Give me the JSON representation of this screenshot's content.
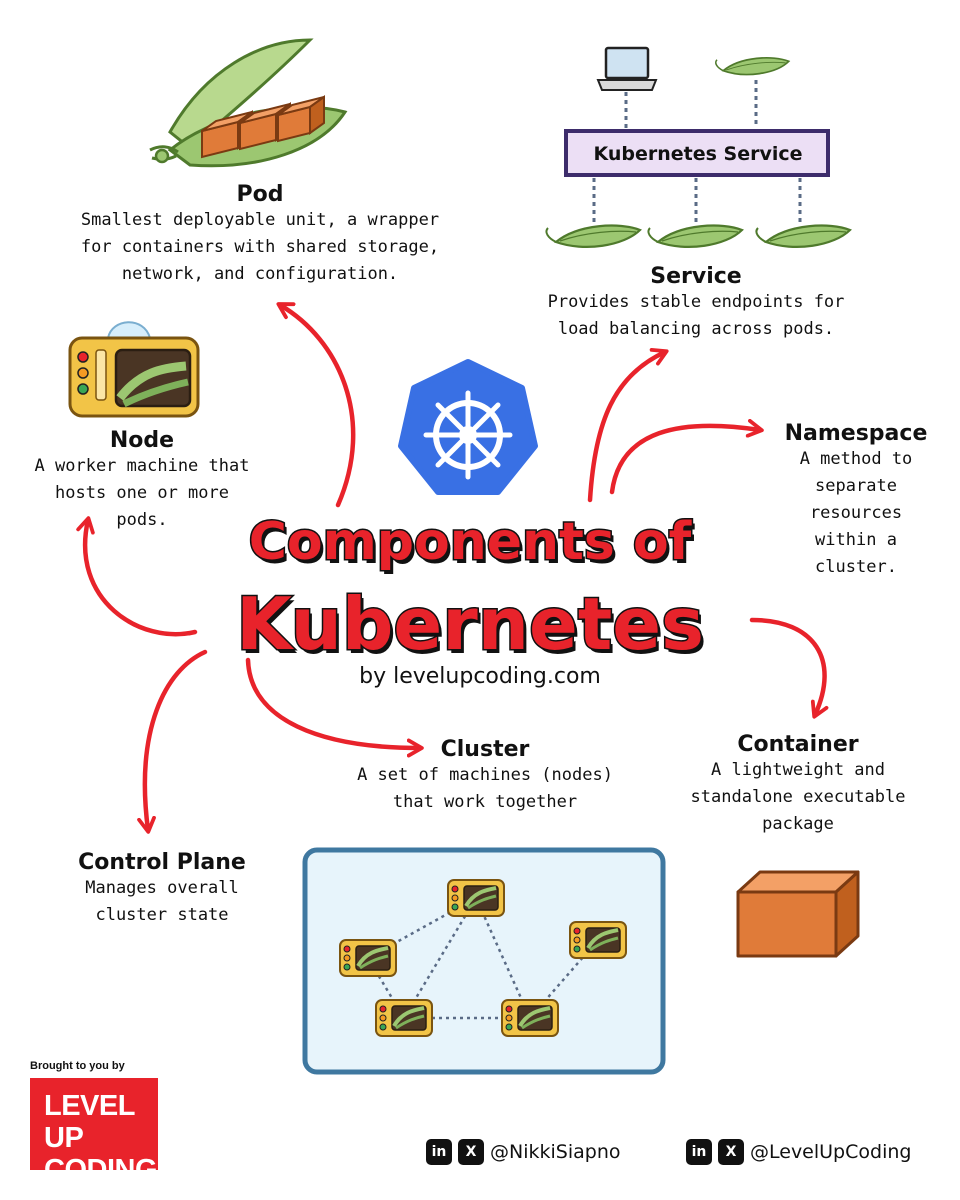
{
  "title_line1": "Components of",
  "title_line2": "Kubernetes",
  "byline": "by levelupcoding.com",
  "service_box_label": "Kubernetes Service",
  "components": {
    "pod": {
      "heading": "Pod",
      "description": "Smallest deployable unit, a wrapper\nfor containers with shared storage,\nnetwork, and configuration."
    },
    "service": {
      "heading": "Service",
      "description": "Provides stable endpoints for\nload balancing across pods."
    },
    "node": {
      "heading": "Node",
      "description": "A worker machine that\nhosts one or more\npods."
    },
    "namespace": {
      "heading": "Namespace",
      "description": "A method to\nseparate\nresources\nwithin a\ncluster."
    },
    "container": {
      "heading": "Container",
      "description": "A lightweight and\nstandalone executable\npackage"
    },
    "cluster": {
      "heading": "Cluster",
      "description": "A set of machines (nodes)\nthat work together"
    },
    "control_plane": {
      "heading": "Control Plane",
      "description": "Manages overall\ncluster state"
    }
  },
  "footer": {
    "brought_by": "Brought to you by",
    "logo_line1": "LEVEL UP",
    "logo_line2": "CODING",
    "handle_1": "@NikkiSiapno",
    "handle_2": "@LevelUpCoding",
    "linkedin_icon_text": "in",
    "x_icon_text": "X"
  },
  "colors": {
    "accent_red": "#e8232b",
    "k8s_blue": "#3970e4",
    "pea_green": "#9cc771",
    "pea_outline": "#4f7a2c",
    "container_orange": "#e07b39",
    "service_border": "#3d2c6b",
    "service_fill": "#ecdff5",
    "cluster_border": "#3f78a0",
    "cluster_fill": "#e7f4fb",
    "node_yellow": "#f2c447"
  }
}
